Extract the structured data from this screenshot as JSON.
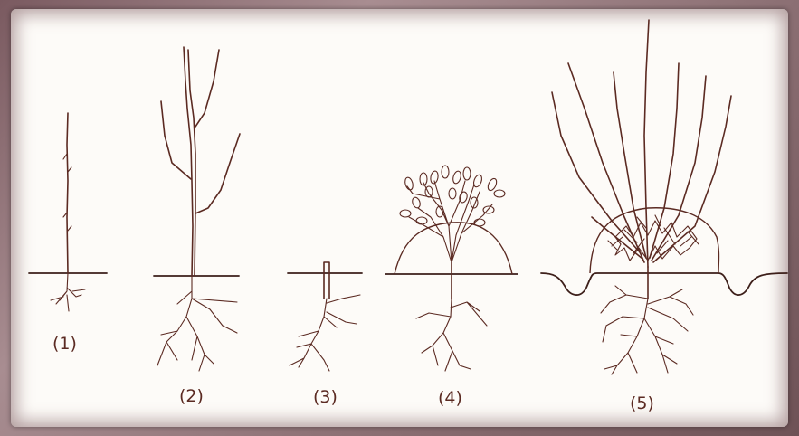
{
  "stages": [
    {
      "label": "(1)"
    },
    {
      "label": "(2)"
    },
    {
      "label": "(3)"
    },
    {
      "label": "(4)"
    },
    {
      "label": "(5)"
    }
  ],
  "colors": {
    "ink": "#5b2a22",
    "paper": "#fdfbf8",
    "frame": "#8c6f73"
  }
}
